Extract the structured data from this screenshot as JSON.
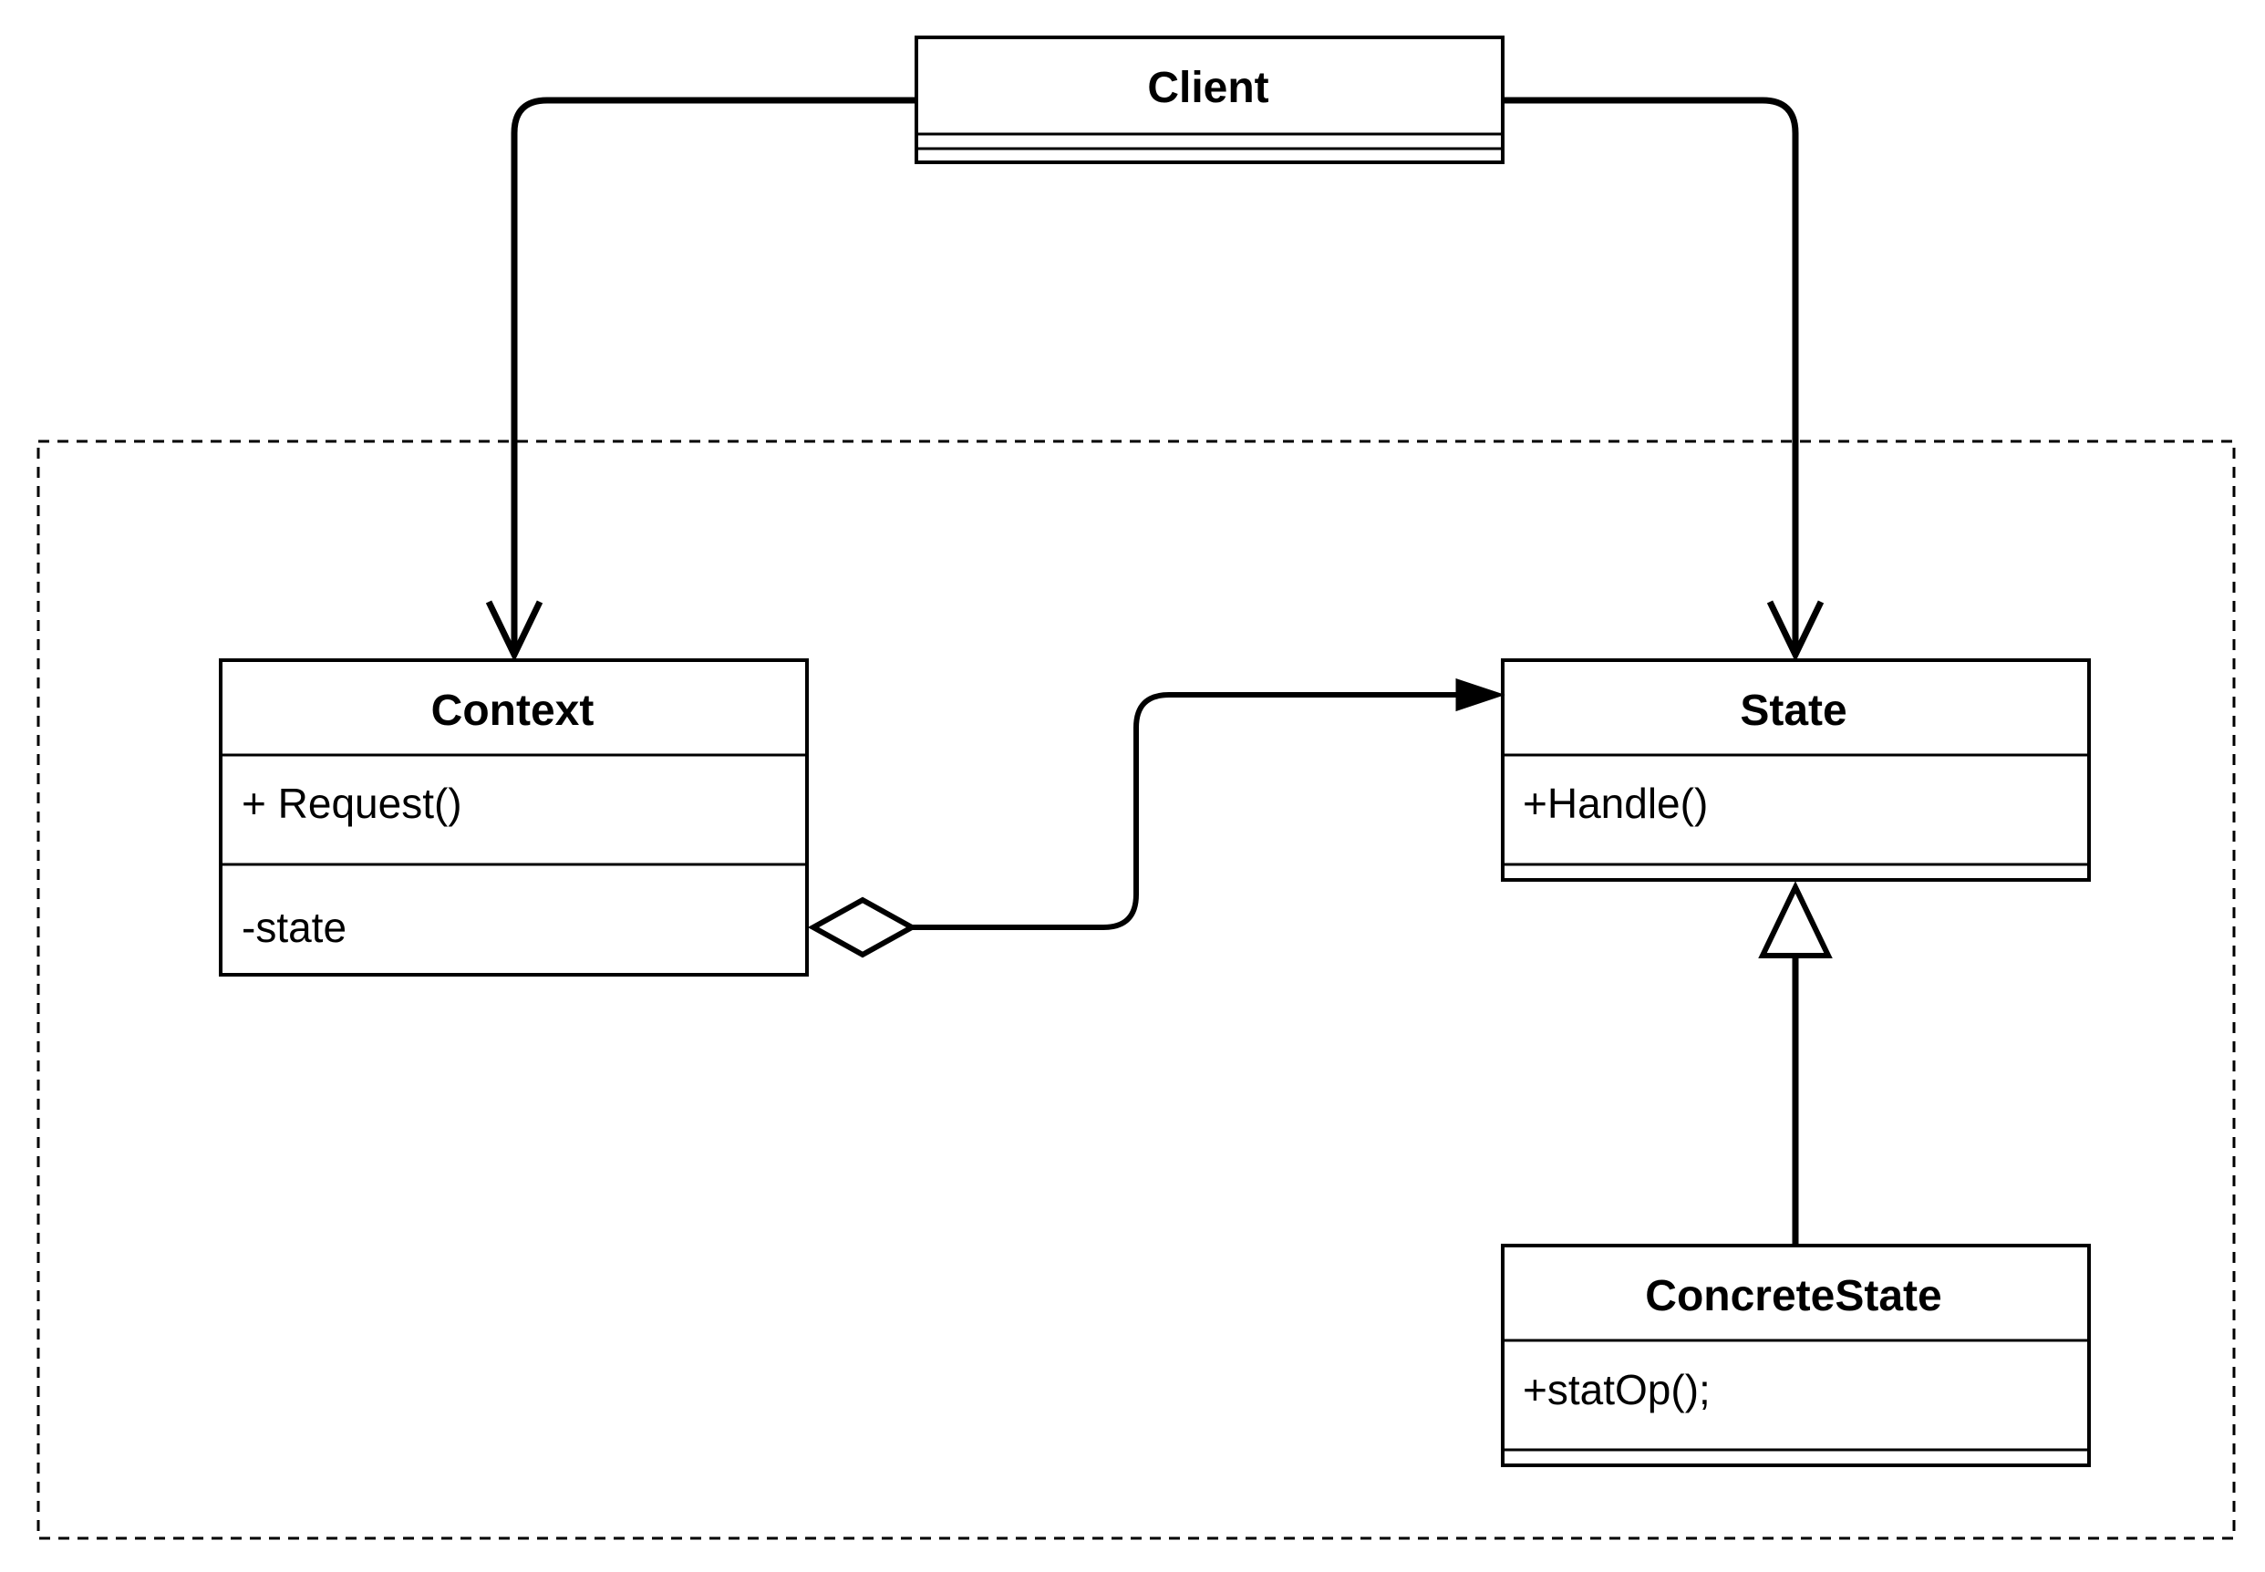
{
  "diagram": {
    "type": "uml-class-diagram",
    "classes": {
      "client": {
        "name": "Client",
        "operations": [],
        "attributes": []
      },
      "context": {
        "name": "Context",
        "operations": [
          "+ Request()"
        ],
        "attributes": [
          "-state"
        ]
      },
      "state": {
        "name": "State",
        "operations": [
          "+Handle()"
        ],
        "attributes": []
      },
      "concrete_state": {
        "name": "ConcreteState",
        "operations": [
          "+statOp();"
        ],
        "attributes": []
      }
    },
    "relationships": [
      {
        "from": "Client",
        "to": "Context",
        "kind": "association",
        "arrowhead": "open"
      },
      {
        "from": "Client",
        "to": "State",
        "kind": "association",
        "arrowhead": "open"
      },
      {
        "from": "Context",
        "to": "State",
        "kind": "aggregation",
        "arrowhead": "filled",
        "tail": "hollow-diamond"
      },
      {
        "from": "ConcreteState",
        "to": "State",
        "kind": "generalization",
        "arrowhead": "hollow-triangle"
      }
    ],
    "boundary": {
      "style": "dashed"
    },
    "colors": {
      "stroke": "#000000",
      "background": "#ffffff"
    }
  }
}
